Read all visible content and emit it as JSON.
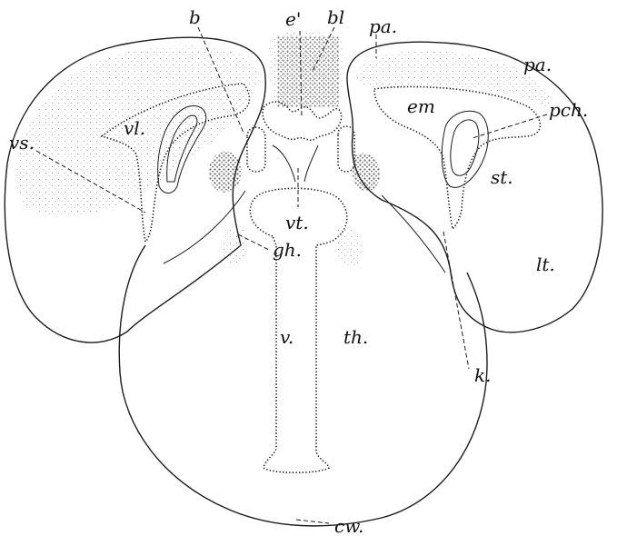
{
  "labels": {
    "b": "b",
    "e_prime": "e'",
    "bl": "bl",
    "pa_top": "pa.",
    "pa_right": "pa.",
    "pch": "pch.",
    "em": "em",
    "vs": "vs.",
    "vl": "vl.",
    "st": "st.",
    "vt": "vt.",
    "gh": "gh.",
    "lt": "lt.",
    "v": "v.",
    "th": "th.",
    "k": "k.",
    "cw": "cw."
  }
}
